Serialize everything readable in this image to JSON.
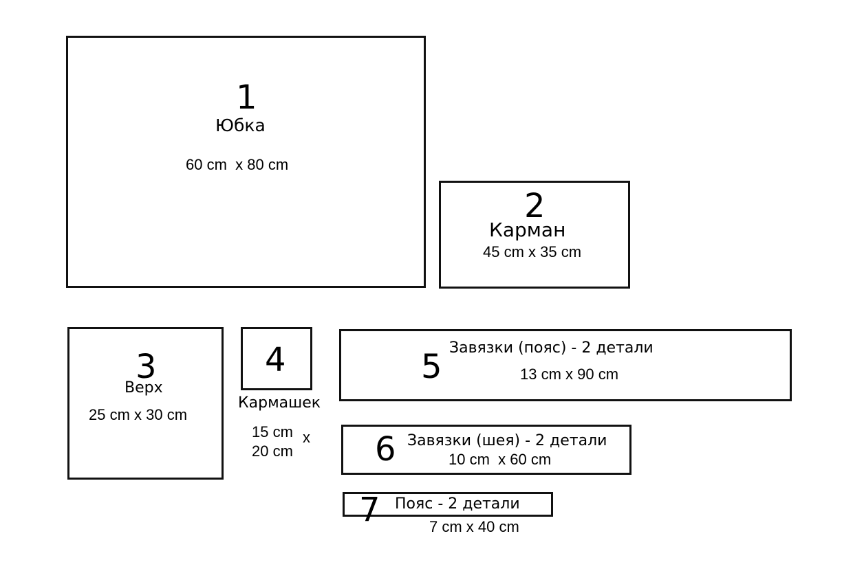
{
  "pieces": [
    {
      "number": "1",
      "name": "Юбка",
      "size": "60 cm  x 80 cm"
    },
    {
      "number": "2",
      "name": "Карман",
      "size": "45 cm x 35 cm"
    },
    {
      "number": "3",
      "name": "Верх",
      "size": "25 cm x 30 cm"
    },
    {
      "number": "4",
      "name": "Кармашек",
      "size_line1": "15 cm",
      "size_x": "x",
      "size_line2": "20 cm"
    },
    {
      "number": "5",
      "name": "Завязки (пояс) - 2 детали",
      "size": "13 cm x 90 cm"
    },
    {
      "number": "6",
      "name": "Завязки (шея) - 2 детали",
      "size": "10 cm  x 60 cm"
    },
    {
      "number": "7",
      "name": "Пояс - 2 детали",
      "size": "7 cm x 40 cm"
    }
  ]
}
